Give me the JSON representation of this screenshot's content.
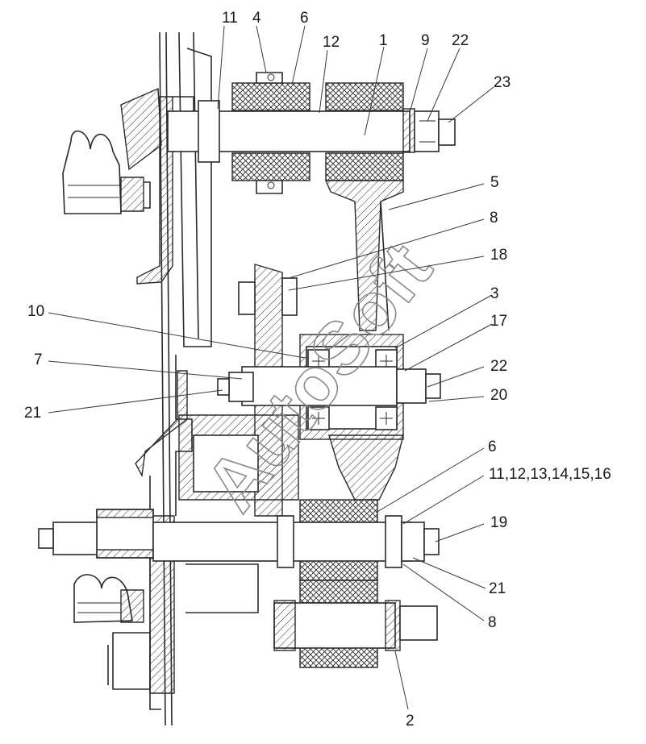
{
  "drawing": {
    "callouts": [
      {
        "id": "c11a",
        "text": "11"
      },
      {
        "id": "c4",
        "text": "4"
      },
      {
        "id": "c6a",
        "text": "6"
      },
      {
        "id": "c12",
        "text": "12"
      },
      {
        "id": "c1",
        "text": "1"
      },
      {
        "id": "c9",
        "text": "9"
      },
      {
        "id": "c22a",
        "text": "22"
      },
      {
        "id": "c23",
        "text": "23"
      },
      {
        "id": "c5",
        "text": "5"
      },
      {
        "id": "c8a",
        "text": "8"
      },
      {
        "id": "c18",
        "text": "18"
      },
      {
        "id": "c3",
        "text": "3"
      },
      {
        "id": "c10",
        "text": "10"
      },
      {
        "id": "c17",
        "text": "17"
      },
      {
        "id": "c7",
        "text": "7"
      },
      {
        "id": "c22b",
        "text": "22"
      },
      {
        "id": "c20",
        "text": "20"
      },
      {
        "id": "c21a",
        "text": "21"
      },
      {
        "id": "c6b",
        "text": "6"
      },
      {
        "id": "c11b",
        "text": "11,12,13,14,15,16"
      },
      {
        "id": "c19",
        "text": "19"
      },
      {
        "id": "c21b",
        "text": "21"
      },
      {
        "id": "c8b",
        "text": "8"
      },
      {
        "id": "c2",
        "text": "2"
      }
    ],
    "watermark": "AutoSoft",
    "colors": {
      "line": "#2a2a2a",
      "watermark": "#8a8a8a",
      "background": "#ffffff"
    }
  }
}
